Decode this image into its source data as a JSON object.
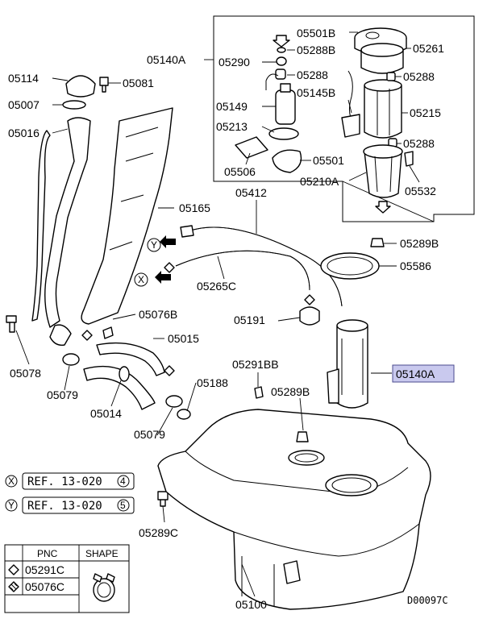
{
  "diagram_id": "D00097C",
  "labels": {
    "l05501B": "05501B",
    "l05261": "05261",
    "l05140A_top": "05140A",
    "l05290": "05290",
    "l05288B": "05288B",
    "l05288a": "05288",
    "l05288b": "05288",
    "l05288c": "05288",
    "l05149": "05149",
    "l05145B": "05145B",
    "l05215": "05215",
    "l05213": "05213",
    "l05501": "05501",
    "l05506": "05506",
    "l05210A": "05210A",
    "l05532": "05532",
    "l05114": "05114",
    "l05081": "05081",
    "l05007": "05007",
    "l05016": "05016",
    "l05412": "05412",
    "l05165": "05165",
    "l05289B_top": "05289B",
    "l05586": "05586",
    "l05265C": "05265C",
    "l05191": "05191",
    "l05076B": "05076B",
    "l05015": "05015",
    "l05078": "05078",
    "l05079a": "05079",
    "l05014": "05014",
    "l05188": "05188",
    "l05291BB": "05291BB",
    "l05289B_mid": "05289B",
    "l05140A_hl": "05140A",
    "l05079b": "05079",
    "l05289C": "05289C",
    "l05100": "05100"
  },
  "markers": {
    "x": "X",
    "y": "Y"
  },
  "refs": [
    {
      "marker": "X",
      "text": "REF. 13-020",
      "num": "4"
    },
    {
      "marker": "Y",
      "text": "REF. 13-020",
      "num": "5"
    }
  ],
  "legend": {
    "col_pnc": "PNC",
    "col_shape": "SHAPE",
    "rows": [
      {
        "pnc": "05291C"
      },
      {
        "pnc": "05076C"
      }
    ]
  }
}
